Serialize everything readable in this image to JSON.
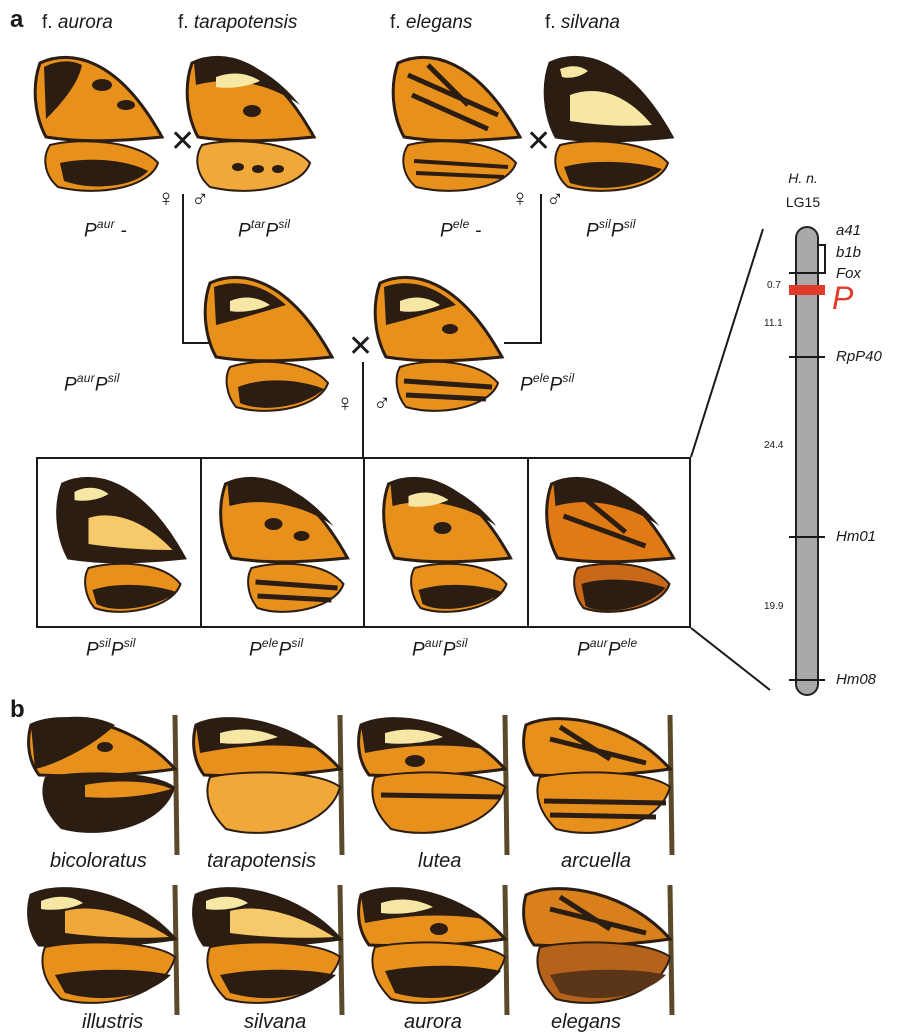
{
  "panels": {
    "a": "a",
    "b": "b"
  },
  "parents": [
    {
      "prefix": "f.",
      "form": "aurora"
    },
    {
      "prefix": "f.",
      "form": "tarapotensis"
    },
    {
      "prefix": "f.",
      "form": "elegans"
    },
    {
      "prefix": "f.",
      "form": "silvana"
    }
  ],
  "symbols": {
    "female": "♀",
    "male": "♂",
    "cross": "✕"
  },
  "genotypes": {
    "p_aur": {
      "a": "P",
      "a_sup": "aur",
      "b": "-",
      "b_sup": ""
    },
    "p_tar": {
      "a": "P",
      "a_sup": "tar",
      "b": "P",
      "b_sup": "sil"
    },
    "p_ele": {
      "a": "P",
      "a_sup": "ele",
      "b": "-",
      "b_sup": ""
    },
    "p_sil": {
      "a": "P",
      "a_sup": "sil",
      "b": "P",
      "b_sup": "sil"
    },
    "f1_left": {
      "a": "P",
      "a_sup": "aur",
      "b": "P",
      "b_sup": "sil"
    },
    "f1_right": {
      "a": "P",
      "a_sup": "ele",
      "b": "P",
      "b_sup": "sil"
    },
    "off": [
      {
        "a": "P",
        "a_sup": "sil",
        "b": "P",
        "b_sup": "sil"
      },
      {
        "a": "P",
        "a_sup": "ele",
        "b": "P",
        "b_sup": "sil"
      },
      {
        "a": "P",
        "a_sup": "aur",
        "b": "P",
        "b_sup": "sil"
      },
      {
        "a": "P",
        "a_sup": "aur",
        "b": "P",
        "b_sup": "ele"
      }
    ]
  },
  "linkage_group": {
    "species": "H. n.",
    "name": "LG15",
    "markers": [
      "a41",
      "b1b",
      "Fox",
      "P",
      "RpP40",
      "Hm01",
      "Hm08"
    ],
    "distances": [
      "0.7",
      "11.1",
      "24.4",
      "19.9"
    ],
    "locus_color": "#e03a2a"
  },
  "panel_b": [
    "bicoloratus",
    "tarapotensis",
    "lutea",
    "arcuella",
    "illustris",
    "silvana",
    "aurora",
    "elegans"
  ],
  "colors": {
    "orange": "#e8901c",
    "dark": "#2b1d12",
    "yellow": "#f6e7a4",
    "rod": "#a9a9a9"
  }
}
